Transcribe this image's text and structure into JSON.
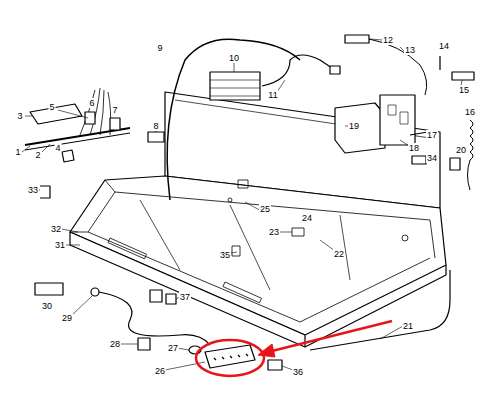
{
  "diagram": {
    "labels": [
      "1",
      "2",
      "3",
      "4",
      "5",
      "6",
      "7",
      "8",
      "9",
      "10",
      "11",
      "12",
      "13",
      "14",
      "15",
      "16",
      "17",
      "18",
      "19",
      "20",
      "21",
      "22",
      "23",
      "24",
      "25",
      "26",
      "27",
      "28",
      "29",
      "30",
      "31",
      "32",
      "33",
      "34",
      "35",
      "36",
      "37"
    ]
  }
}
